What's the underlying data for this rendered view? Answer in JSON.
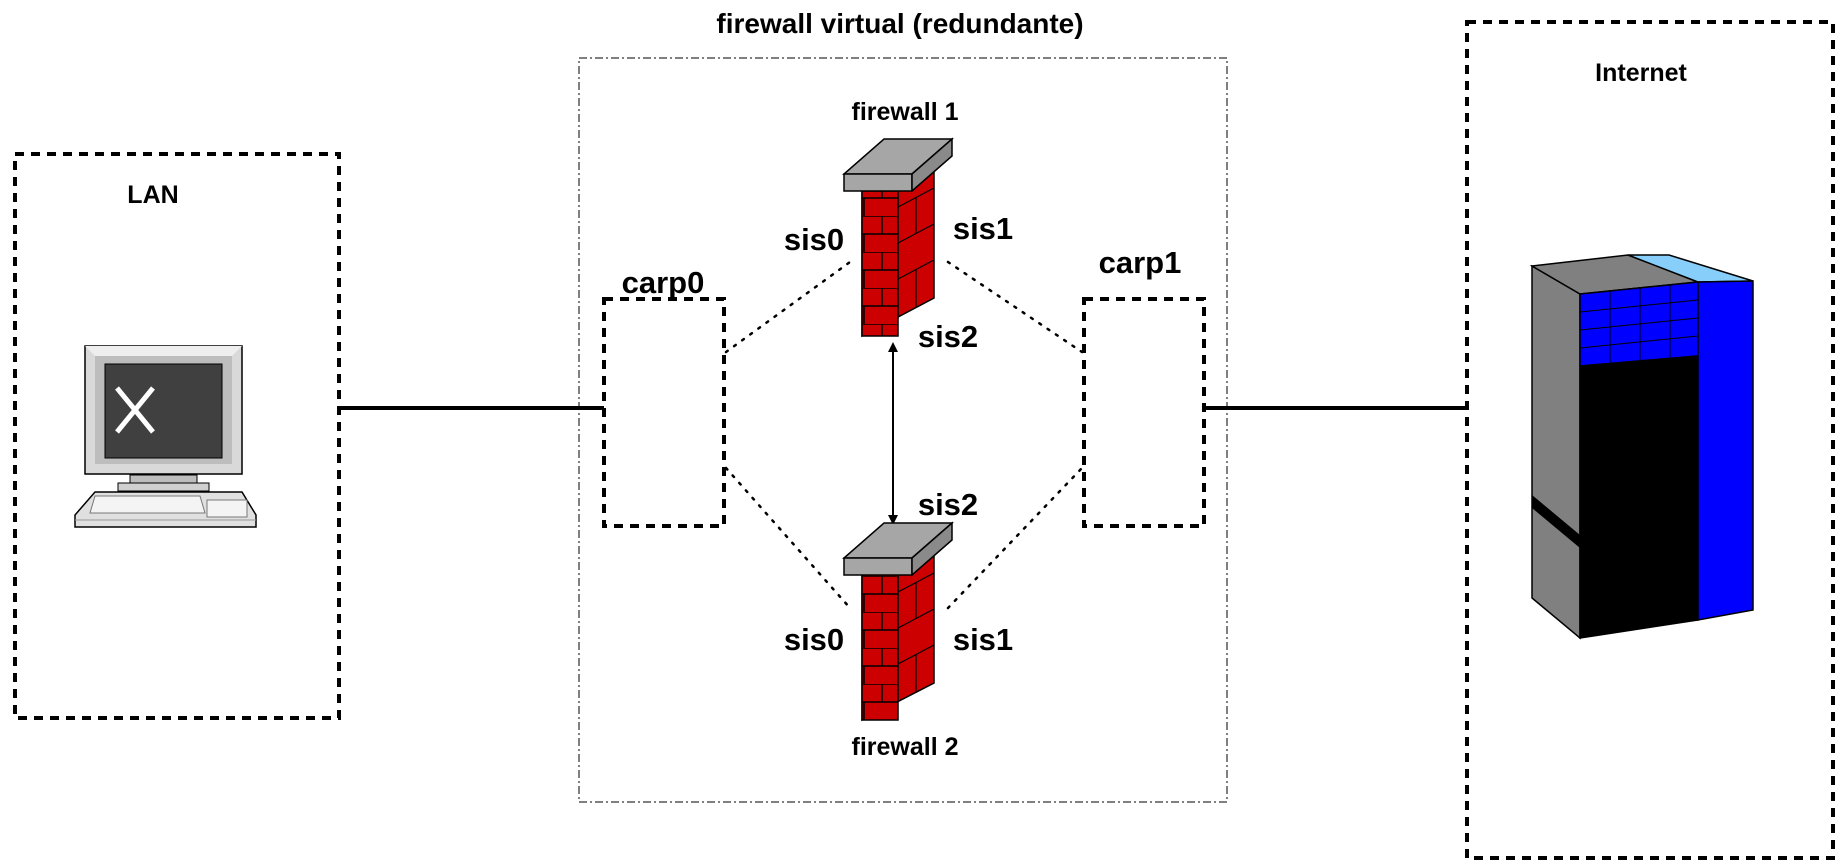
{
  "title": "firewall virtual (redundante)",
  "zones": {
    "lan": "LAN",
    "internet": "Internet"
  },
  "interfaces": {
    "carp0": "carp0",
    "carp1": "carp1"
  },
  "firewalls": [
    {
      "name": "firewall 1",
      "if_left": "sis0",
      "if_right": "sis1",
      "if_sync": "sis2"
    },
    {
      "name": "firewall 2",
      "if_left": "sis0",
      "if_right": "sis1",
      "if_sync": "sis2"
    }
  ],
  "icons": {
    "workstation": "workstation-icon",
    "firewall": "brick-firewall-icon",
    "server": "server-tower-icon"
  },
  "colors": {
    "brick": "#cc0000",
    "firewall_cap": "#a6a6a6",
    "server_blue": "#0000ff",
    "server_light_blue": "#87cefa",
    "server_gray": "#808080",
    "monitor_screen": "#404040",
    "monitor_body": "#d9d9d9"
  }
}
